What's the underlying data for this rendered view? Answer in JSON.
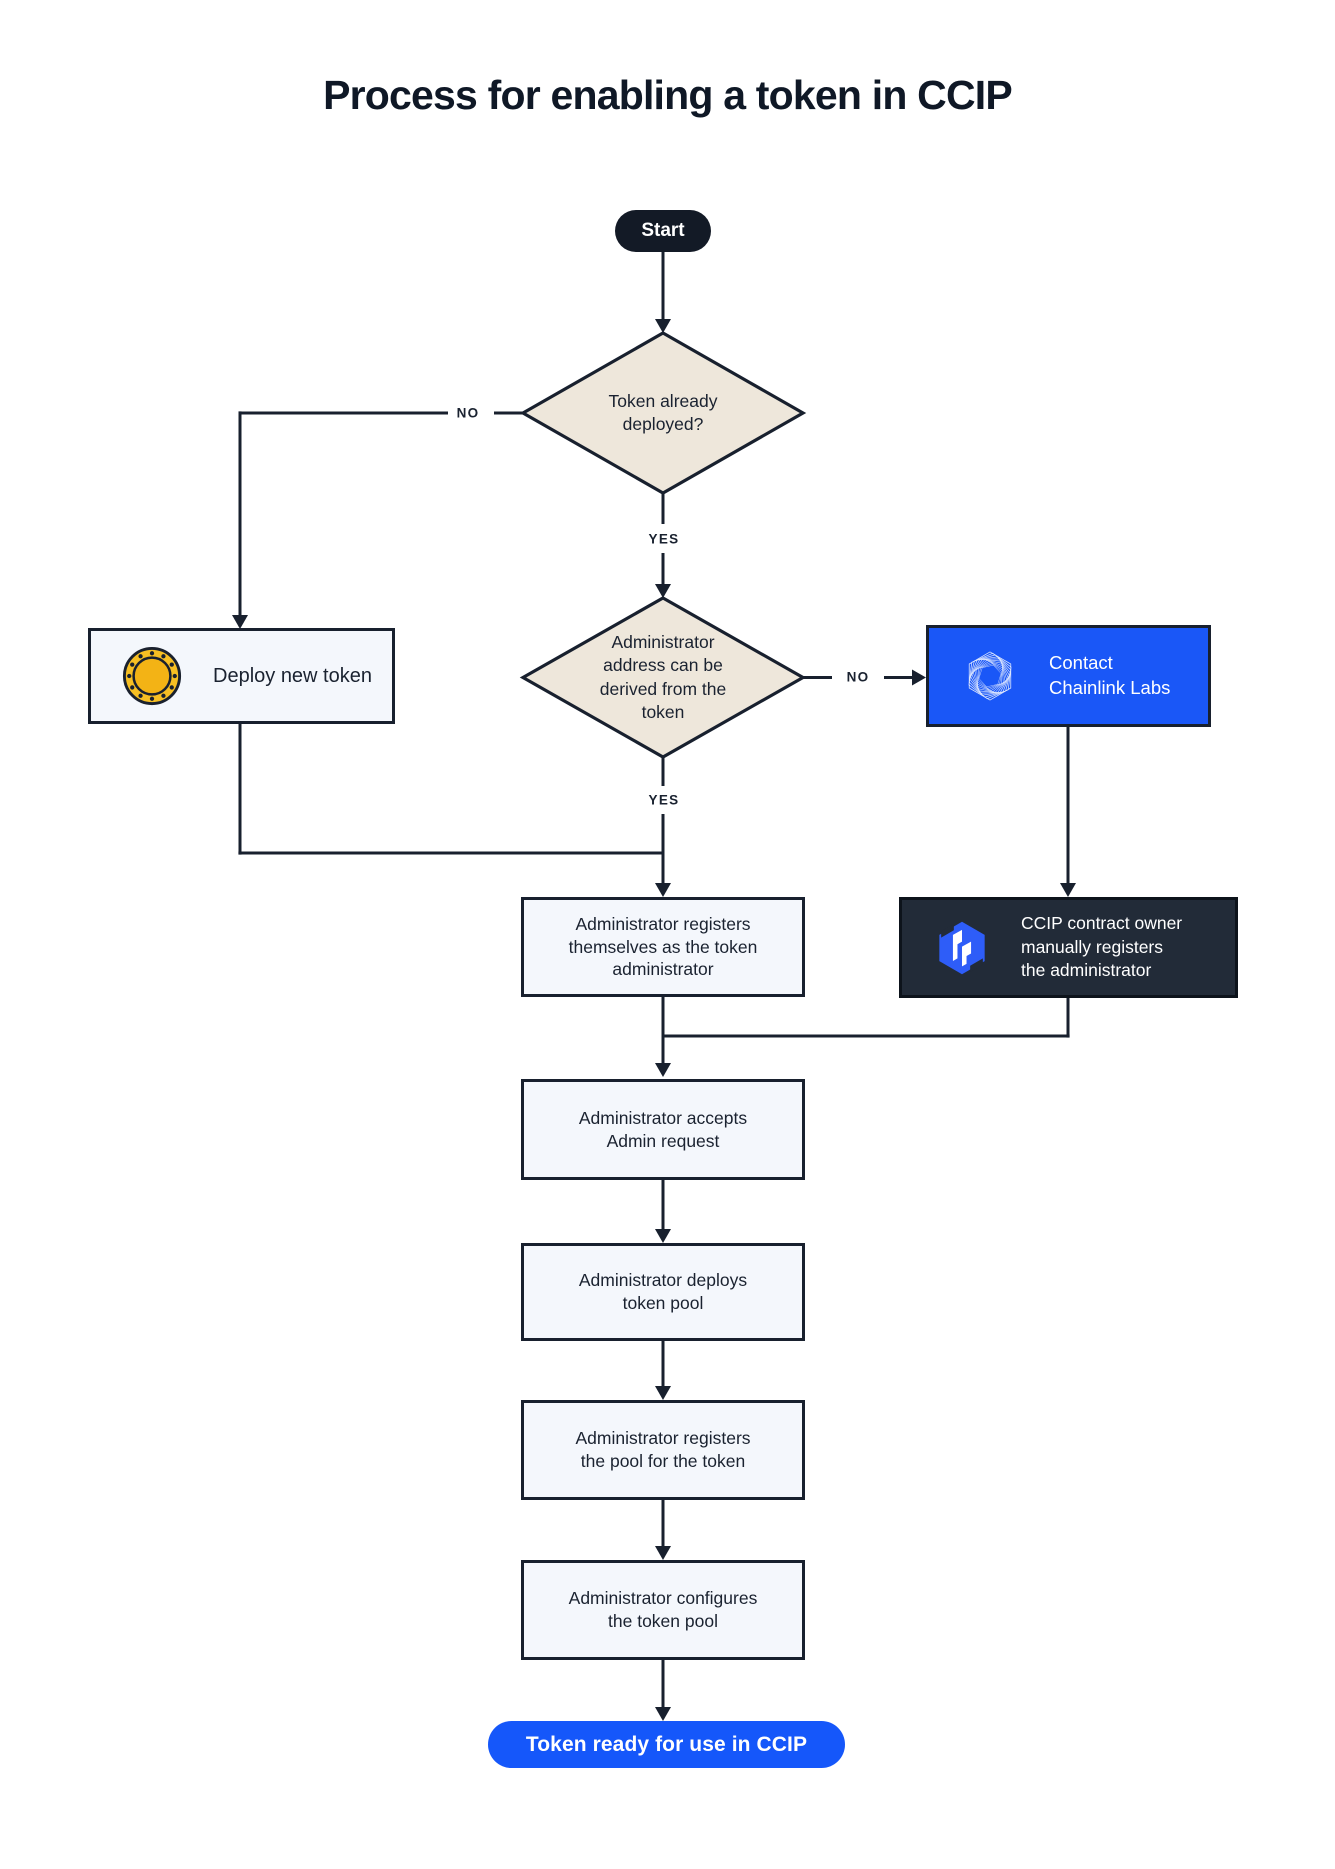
{
  "title": "Process for enabling a token in CCIP",
  "colors": {
    "dark_navy": "#18202e",
    "accent_blue": "#1a57f7",
    "diamond_cream": "#eee7db",
    "process_box_bg": "#f4f7fc",
    "dark_box_bg": "#222b38",
    "coin_gold": "#f7bf23",
    "white": "#ffffff"
  },
  "nodes": {
    "start": {
      "label": "Start"
    },
    "token_deployed": {
      "label": "Token already\ndeployed?"
    },
    "deploy_new_token": {
      "label": "Deploy new token",
      "icon": "coin-icon"
    },
    "admin_derivable": {
      "label": "Administrator\naddress can be\nderived from the\ntoken"
    },
    "contact_chainlink": {
      "label": "Contact\nChainlink Labs",
      "icon": "chainlink-labs-icon"
    },
    "ccip_owner_registers": {
      "label": "CCIP contract owner\nmanually registers\nthe administrator",
      "icon": "ccip-icon"
    },
    "admin_registers": {
      "label": "Administrator registers\nthemselves as the token\nadministrator"
    },
    "admin_accepts": {
      "label": "Administrator accepts\nAdmin request"
    },
    "admin_deploys_pool": {
      "label": "Administrator deploys\ntoken pool"
    },
    "admin_registers_pool": {
      "label": "Administrator registers\nthe pool for the token"
    },
    "admin_configures_pool": {
      "label": "Administrator configures\nthe token pool"
    },
    "token_ready": {
      "label": "Token ready for use in CCIP"
    }
  },
  "edges": {
    "token_deployed_no": "NO",
    "token_deployed_yes": "YES",
    "admin_derivable_no": "NO",
    "admin_derivable_yes": "YES"
  }
}
